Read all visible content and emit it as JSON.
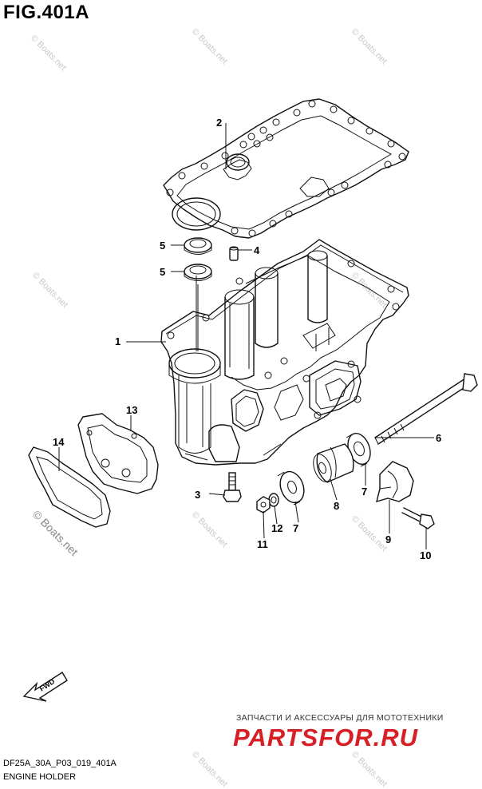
{
  "figure": {
    "title": "FIG.401A",
    "code": "DF25A_30A_P03_019_401A",
    "caption": "ENGINE HOLDER",
    "fwd_label": "FWD"
  },
  "watermark": {
    "text": "© Boats.net",
    "prominent_text": "© Boats.net"
  },
  "callouts": [
    {
      "id": "callout-1",
      "label": "1"
    },
    {
      "id": "callout-2",
      "label": "2"
    },
    {
      "id": "callout-3",
      "label": "3"
    },
    {
      "id": "callout-4",
      "label": "4"
    },
    {
      "id": "callout-5a",
      "label": "5"
    },
    {
      "id": "callout-5b",
      "label": "5"
    },
    {
      "id": "callout-6",
      "label": "6"
    },
    {
      "id": "callout-7a",
      "label": "7"
    },
    {
      "id": "callout-7b",
      "label": "7"
    },
    {
      "id": "callout-8",
      "label": "8"
    },
    {
      "id": "callout-9",
      "label": "9"
    },
    {
      "id": "callout-10",
      "label": "10"
    },
    {
      "id": "callout-11",
      "label": "11"
    },
    {
      "id": "callout-12",
      "label": "12"
    },
    {
      "id": "callout-13",
      "label": "13"
    },
    {
      "id": "callout-14",
      "label": "14"
    }
  ],
  "shop_banner": {
    "tagline": "ЗАПЧАСТИ И АКСЕССУАРЫ ДЛЯ МОТОТЕХНИКИ",
    "logo": "PARTSFOR.RU",
    "color": "#d81f26"
  }
}
